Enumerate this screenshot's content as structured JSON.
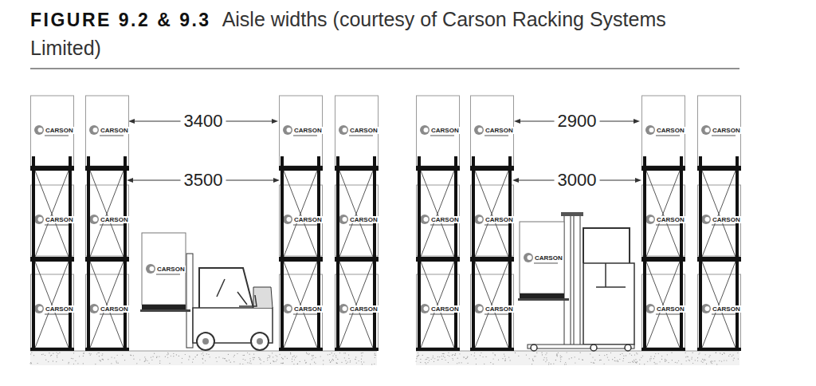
{
  "diagram": {
    "title": "FIGURE 9.2 & 9.3",
    "caption": "Aisle widths (courtesy of Carson Racking Systems Limited)",
    "labels": [
      "3400",
      "3500",
      "CARSON",
      "CARSON",
      "CARSON",
      "CARSON",
      "CARSON",
      "CARSON",
      "CARSON",
      "CARSON",
      "CARSON",
      "CARSON",
      "CARSON",
      "CARSON",
      "CARSON",
      "2900",
      "3000",
      "CARSON",
      "CARSON",
      "CARSON",
      "CARSON",
      "CARSON",
      "CARSON",
      "CARSON",
      "CARSON",
      "CARSON",
      "CARSON",
      "CARSON",
      "CARSON",
      "CARSON"
    ]
  }
}
